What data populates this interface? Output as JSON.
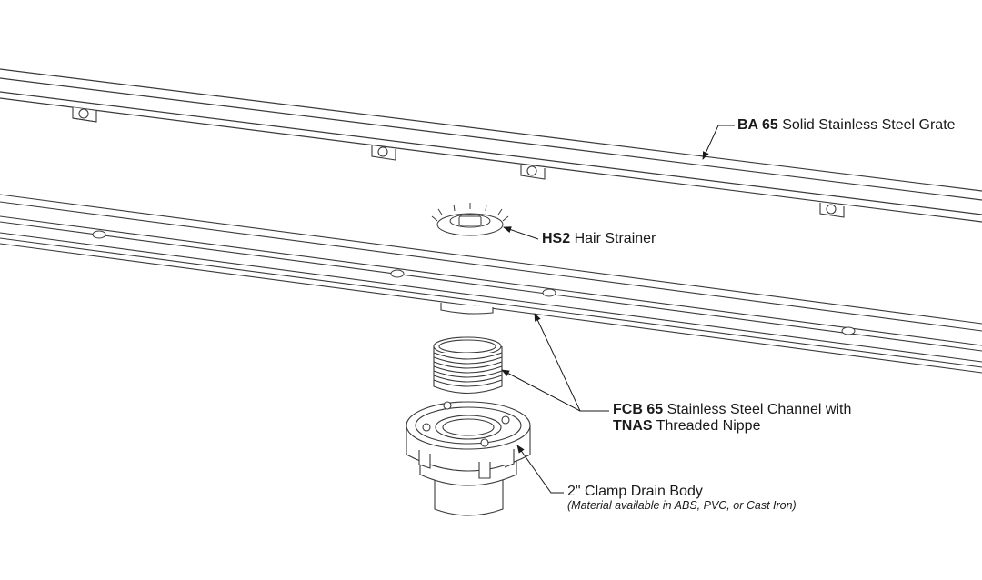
{
  "labels": {
    "grate": {
      "code": "BA 65",
      "text": "Solid Stainless Steel Grate"
    },
    "strainer": {
      "code": "HS2",
      "text": "Hair Strainer"
    },
    "channel": {
      "code": "FCB 65",
      "text": "Stainless Steel Channel with"
    },
    "nipple": {
      "code": "TNAS",
      "text": "Threaded Nippe"
    },
    "drain": {
      "text": "2\" Clamp Drain Body",
      "note": "(Material available in ABS, PVC, or Cast Iron)"
    }
  },
  "colors": {
    "line": "#3a3a3a",
    "text": "#1a1a1a",
    "background": "#ffffff"
  }
}
